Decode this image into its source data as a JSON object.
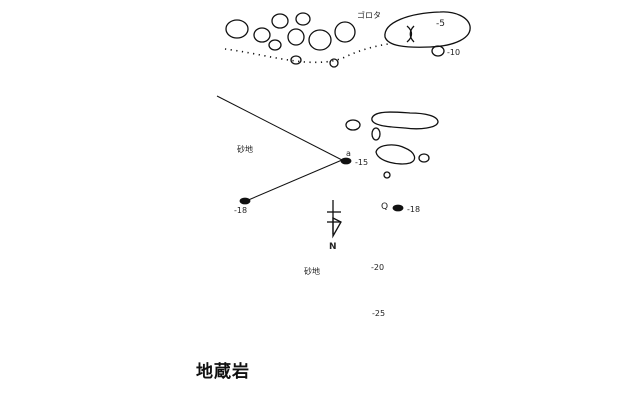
{
  "title": "地蔵岩",
  "labels": {
    "gorota": "ゴロタ",
    "sand_1": "砂地",
    "sand_2": "砂地",
    "north": "N",
    "marker_a": "a",
    "marker_q": "Q"
  },
  "depths": {
    "d5": "-5",
    "d10": "-10",
    "d15": "-15",
    "d18_left": "-18",
    "d18_right": "-18",
    "d20": "-20",
    "d25": "-25"
  },
  "colors": {
    "ink": "#111111",
    "background": "#ffffff"
  }
}
